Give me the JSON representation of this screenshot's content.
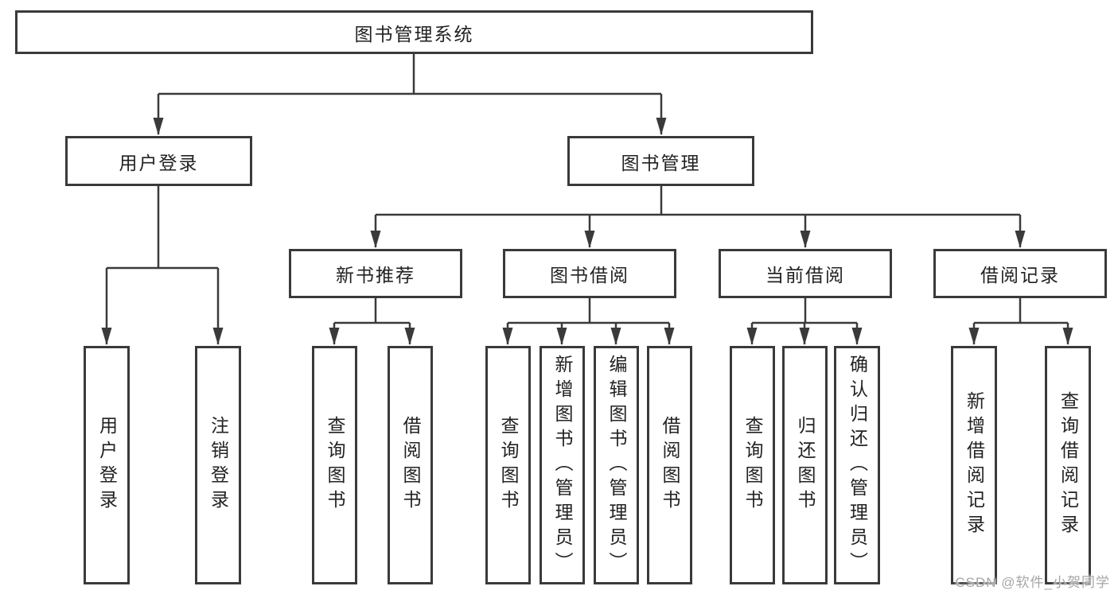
{
  "tree": {
    "label": "图书管理系统",
    "children": [
      {
        "label": "用户登录",
        "children": [
          {
            "label": "用户登录"
          },
          {
            "label": "注销登录"
          }
        ]
      },
      {
        "label": "图书管理",
        "children": [
          {
            "label": "新书推荐",
            "children": [
              {
                "label": "查询图书"
              },
              {
                "label": "借阅图书"
              }
            ]
          },
          {
            "label": "图书借阅",
            "children": [
              {
                "label": "查询图书"
              },
              {
                "label": "新增图书（管理员）"
              },
              {
                "label": "编辑图书（管理员）"
              },
              {
                "label": "借阅图书"
              }
            ]
          },
          {
            "label": "当前借阅",
            "children": [
              {
                "label": "查询图书"
              },
              {
                "label": "归还图书"
              },
              {
                "label": "确认归还（管理员）"
              }
            ]
          },
          {
            "label": "借阅记录",
            "children": [
              {
                "label": "新增借阅记录"
              },
              {
                "label": "查询借阅记录"
              }
            ]
          }
        ]
      }
    ]
  },
  "watermark": {
    "text": "CSDN @软件_小贺同学"
  },
  "colors": {
    "line": "#3a3a3a",
    "box_border": "#3a3a3a",
    "text": "#222222",
    "background": "#ffffff",
    "watermark": "#a6a6a6"
  }
}
